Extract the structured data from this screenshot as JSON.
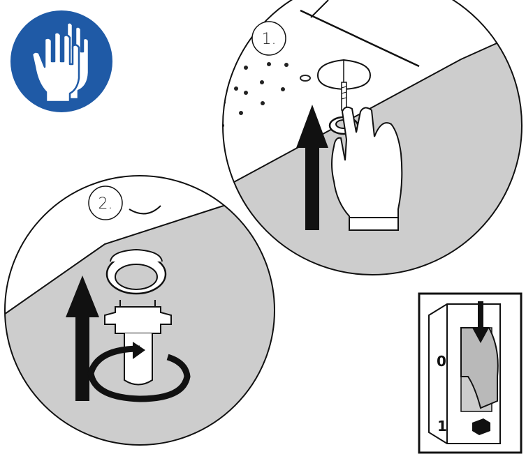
{
  "steps": [
    {
      "label": "1."
    },
    {
      "label": "2."
    }
  ],
  "breaker": {
    "off_label": "0",
    "on_label": "1"
  },
  "colors": {
    "safety_blue": "#1f5aa6",
    "surface_gray": "#cdcdcd",
    "outline": "#111111"
  },
  "icons": [
    "gloves-icon",
    "up-arrow-icon",
    "rotate-arrow-icon",
    "down-arrow-icon",
    "hand-icon",
    "circuit-breaker-icon"
  ]
}
